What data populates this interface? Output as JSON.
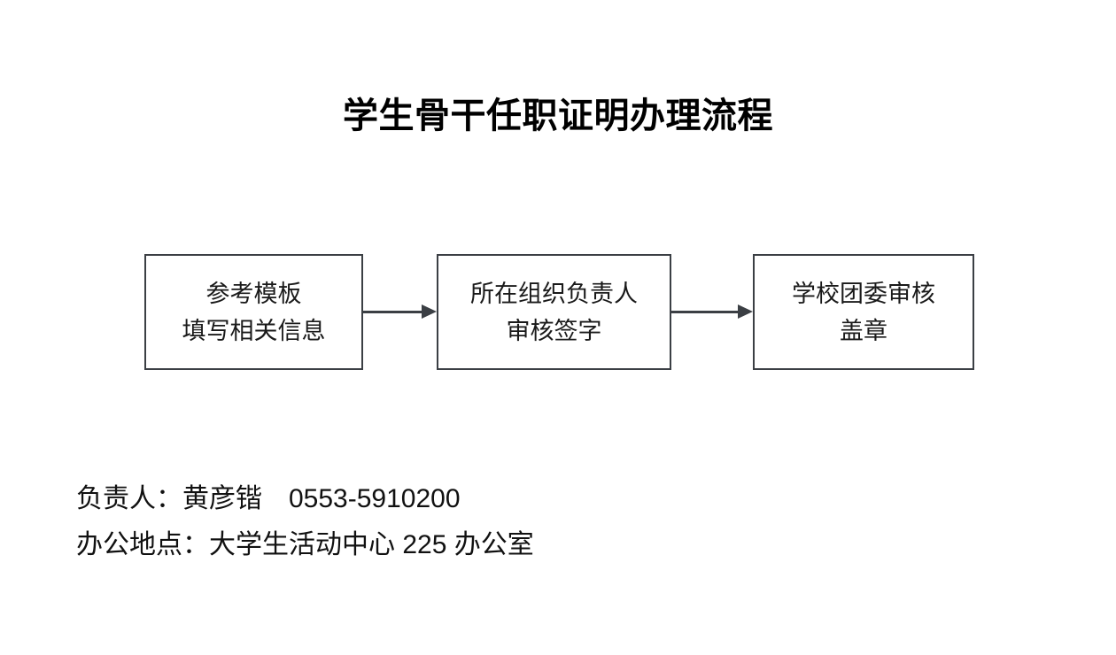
{
  "document": {
    "title": "学生骨干任职证明办理流程"
  },
  "flowchart": {
    "type": "process-flow",
    "orientation": "left-to-right",
    "nodes": [
      {
        "id": "node-1",
        "line1": "参考模板",
        "line2": "填写相关信息"
      },
      {
        "id": "node-2",
        "line1": "所在组织负责人",
        "line2": "审核签字"
      },
      {
        "id": "node-3",
        "line1": "学校团委审核",
        "line2": "盖章"
      }
    ],
    "connectors": [
      {
        "id": "arrow-1",
        "from": "node-1",
        "to": "node-2",
        "style": "solid-arrow"
      },
      {
        "id": "arrow-2",
        "from": "node-2",
        "to": "node-3",
        "style": "solid-arrow"
      }
    ],
    "colors": {
      "node_border": "#3b3f44",
      "node_fill": "#ffffff",
      "connector": "#3b3f44",
      "text": "#1a1a1a"
    }
  },
  "footer": {
    "contact_line": "负责人：黄彦锴　0553-5910200",
    "location_line": "办公地点：大学生活动中心 225 办公室",
    "contact_role": "负责人",
    "contact_name": "黄彦锴",
    "contact_phone": "0553-5910200",
    "office_label": "办公地点",
    "office_location": "大学生活动中心 225 办公室",
    "office_room": "225"
  }
}
